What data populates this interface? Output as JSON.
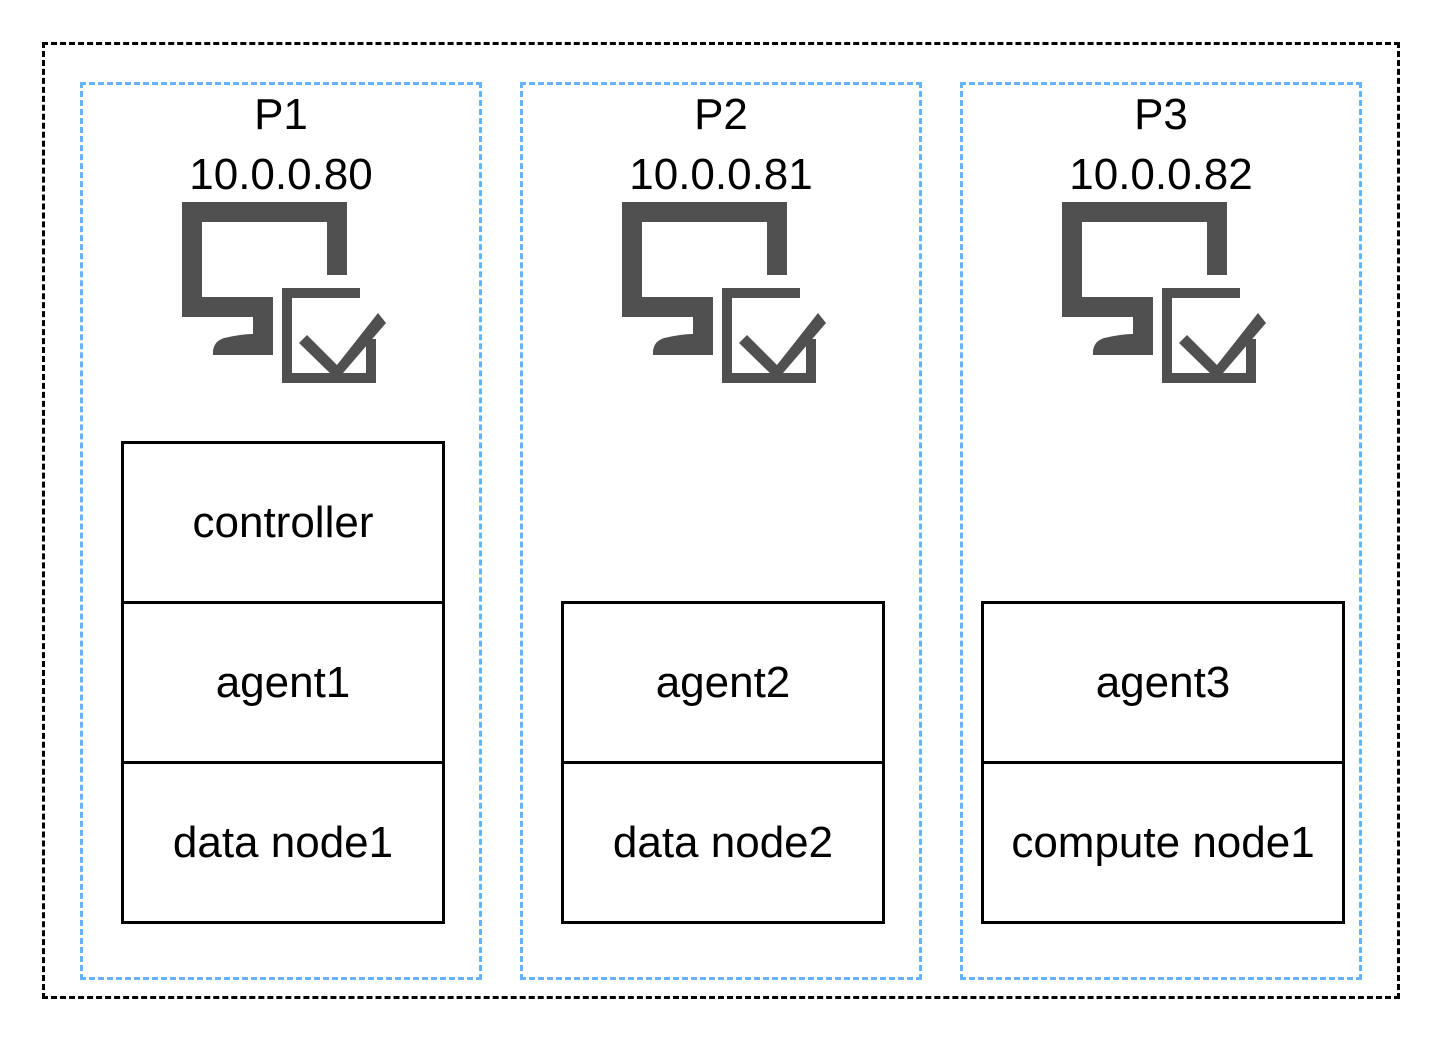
{
  "panels": [
    {
      "name": "P1",
      "ip": "10.0.0.80",
      "icon": "monitor-check-icon",
      "components": [
        "controller",
        "agent1",
        "data node1"
      ]
    },
    {
      "name": "P2",
      "ip": "10.0.0.81",
      "icon": "monitor-check-icon",
      "components": [
        "agent2",
        "data node2"
      ]
    },
    {
      "name": "P3",
      "ip": "10.0.0.82",
      "icon": "monitor-check-icon",
      "components": [
        "agent3",
        "compute node1"
      ]
    }
  ],
  "colors": {
    "panel_border": "#66b2ff",
    "icon": "#505050",
    "outer_border": "#000000"
  }
}
